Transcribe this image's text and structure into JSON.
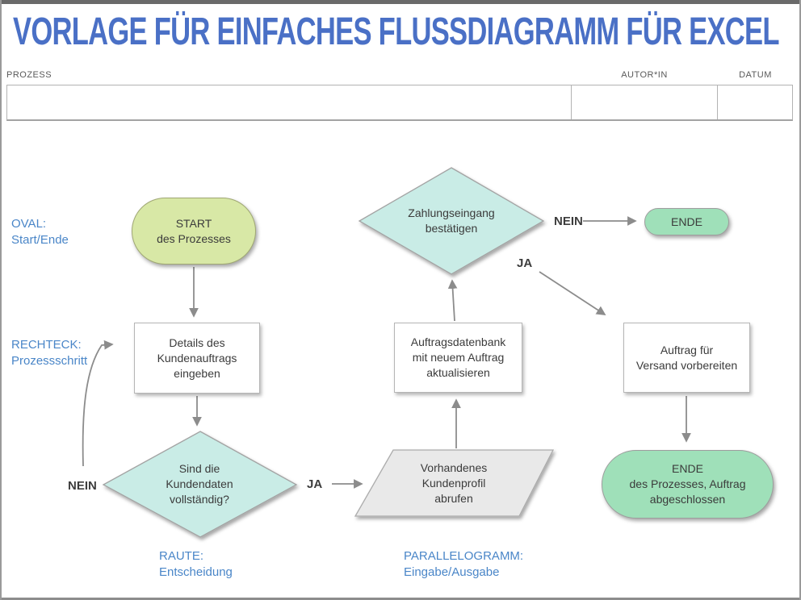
{
  "header": {
    "title": "VORLAGE FÜR EINFACHES FLUSSDIAGRAMM FÜR EXCEL"
  },
  "form": {
    "prozess_label": "PROZESS",
    "autorin_label": "AUTOR*IN",
    "datum_label": "DATUM",
    "prozess_value": "",
    "autorin_value": "",
    "datum_value": ""
  },
  "flowchart": {
    "nodes": {
      "start_oval": {
        "type": "oval",
        "text": "START\ndes Prozesses"
      },
      "details_rect": {
        "type": "rectangle",
        "text": "Details des\nKundenauftrags\neingeben"
      },
      "kundendaten_diamond": {
        "type": "diamond",
        "text": "Sind die\nKundendaten\nvollständig?"
      },
      "kundenprofil_para": {
        "type": "parallelogram",
        "text": "Vorhandenes\nKundenprofil\nabrufen"
      },
      "auftragsdatenbank_rect": {
        "type": "rectangle",
        "text": "Auftragsdatenbank\nmit neuem Auftrag\naktualisieren"
      },
      "zahlung_diamond": {
        "type": "diamond",
        "text": "Zahlungseingang\nbestätigen"
      },
      "ende_pill": {
        "type": "terminator",
        "text": "ENDE"
      },
      "versand_rect": {
        "type": "rectangle",
        "text": "Auftrag für\nVersand vorbereiten"
      },
      "ende_big_pill": {
        "type": "terminator",
        "text": "ENDE\ndes Prozesses, Auftrag\nabgeschlossen"
      }
    },
    "legend": {
      "oval": "OVAL:\nStart/Ende",
      "rechteck": "RECHTECK:\nProzessschritt",
      "raute": "RAUTE:\nEntscheidung",
      "parallelogramm": "PARALLELOGRAMM:\nEingabe/Ausgabe"
    },
    "connector_labels": {
      "nein1": "NEIN",
      "ja1": "JA",
      "nein2": "NEIN",
      "ja2": "JA"
    }
  },
  "colors": {
    "title_blue": "#4a70c6",
    "label_blue": "#4a86c8",
    "oval_green": "#d8e8a6",
    "teal": "#c9ece6",
    "end_green": "#9fe0b9",
    "parallelogram_gray": "#e9e9e9",
    "arrow_gray": "#8c8c8c"
  }
}
